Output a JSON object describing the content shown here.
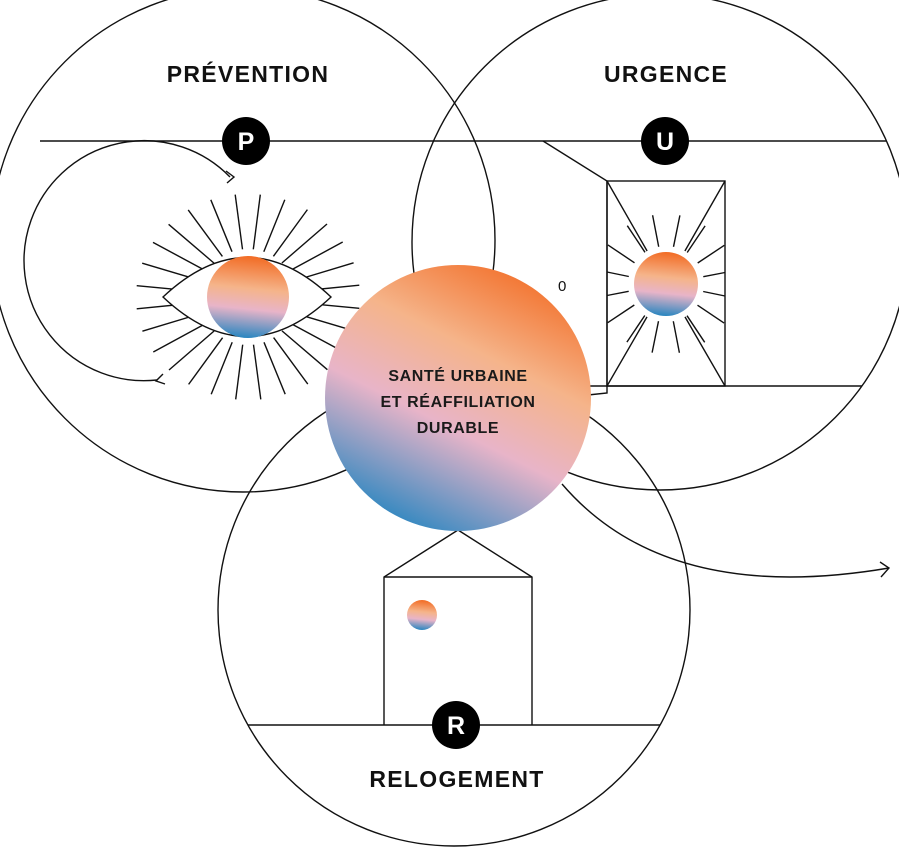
{
  "sections": {
    "prevention": {
      "title": "PRÉVENTION",
      "badge": "P"
    },
    "urgence": {
      "title": "URGENCE",
      "badge": "U"
    },
    "relogement": {
      "title": "RELOGEMENT",
      "badge": "R"
    }
  },
  "center": {
    "lines": [
      "SANTÉ URBAINE",
      "ET RÉAFFILIATION",
      "DURABLE"
    ]
  },
  "door_mark": "0",
  "colors": {
    "orange": "#f26a22",
    "peach": "#f5b48a",
    "pink": "#e8b4c8",
    "blue": "#2a86c0",
    "line": "#111111",
    "badge": "#000000"
  }
}
